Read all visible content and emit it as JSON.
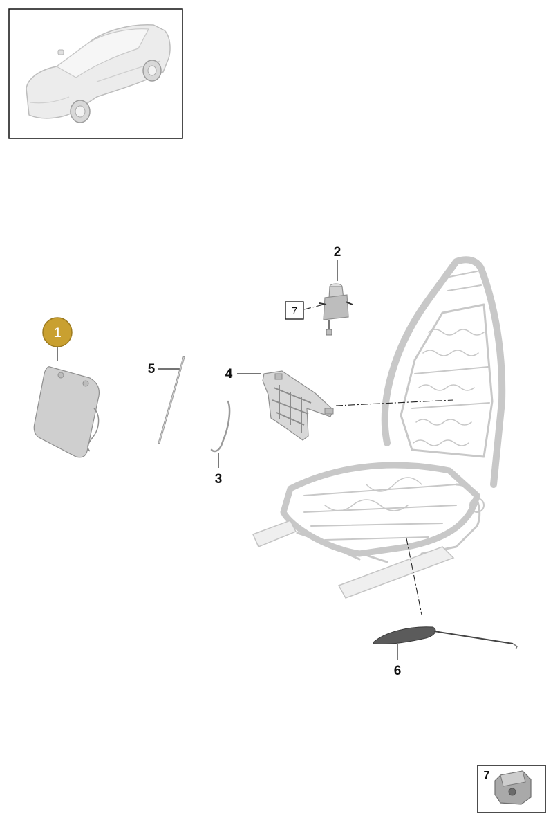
{
  "callouts": {
    "part_1": "1",
    "part_2": "2",
    "part_3": "3",
    "part_4": "4",
    "part_5": "5",
    "part_6": "6",
    "ref_7_box": "7",
    "inset_7": "7"
  },
  "colors": {
    "highlight_badge": "#C9A030",
    "badge_text": "#ffffff",
    "line": "#222222",
    "part_gray": "#cfcfcf",
    "ghost_gray": "#c8c8c8"
  }
}
